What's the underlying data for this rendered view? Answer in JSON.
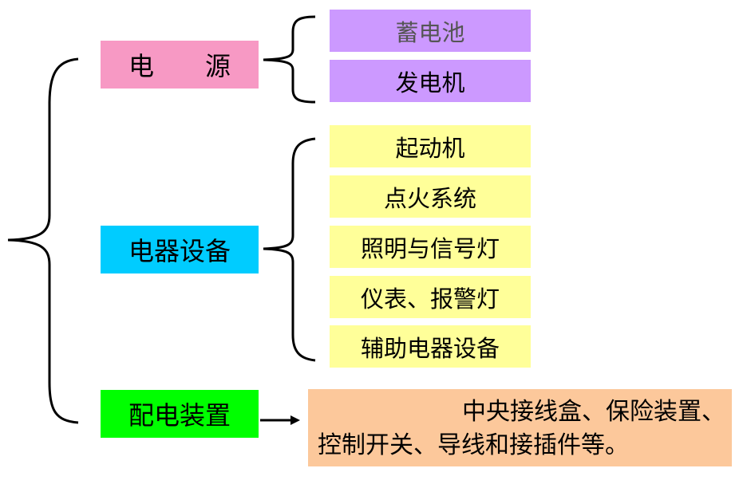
{
  "categories": [
    {
      "label": "电　　源",
      "color": "#f799c4"
    },
    {
      "label": "电器设备",
      "color": "#00ccff"
    },
    {
      "label": "配电装置",
      "color": "#00ff00"
    }
  ],
  "power_items": [
    {
      "label": "蓄电池",
      "color": "#cc99ff"
    },
    {
      "label": "发电机",
      "color": "#cc99ff"
    }
  ],
  "equipment_items": [
    {
      "label": "起动机",
      "color": "#ffff99"
    },
    {
      "label": "点火系统",
      "color": "#ffff99"
    },
    {
      "label": "照明与信号灯",
      "color": "#ffff99"
    },
    {
      "label": "仪表、报警灯",
      "color": "#ffff99"
    },
    {
      "label": "辅助电器设备",
      "color": "#ffff99"
    }
  ],
  "distribution": {
    "line1": "中央接线盒、保险装置、",
    "line2": "控制开关、导线和接插件等。",
    "color": "#fcc89b"
  }
}
